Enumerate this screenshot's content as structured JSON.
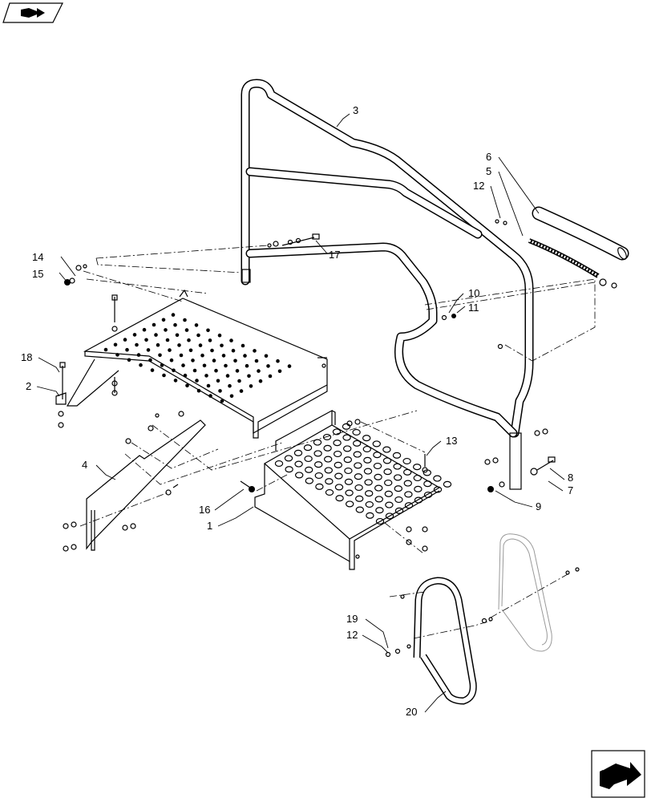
{
  "diagram": {
    "callouts": [
      {
        "id": "c1",
        "text": "1"
      },
      {
        "id": "c2",
        "text": "2"
      },
      {
        "id": "c3",
        "text": "3"
      },
      {
        "id": "c4",
        "text": "4"
      },
      {
        "id": "c5",
        "text": "5"
      },
      {
        "id": "c6",
        "text": "6"
      },
      {
        "id": "c7",
        "text": "7"
      },
      {
        "id": "c8",
        "text": "8"
      },
      {
        "id": "c9",
        "text": "9"
      },
      {
        "id": "c10",
        "text": "10"
      },
      {
        "id": "c11",
        "text": "11"
      },
      {
        "id": "c12a",
        "text": "12"
      },
      {
        "id": "c12b",
        "text": "12"
      },
      {
        "id": "c13",
        "text": "13"
      },
      {
        "id": "c14",
        "text": "14"
      },
      {
        "id": "c15",
        "text": "15"
      },
      {
        "id": "c16",
        "text": "16"
      },
      {
        "id": "c17",
        "text": "17"
      },
      {
        "id": "c18",
        "text": "18"
      },
      {
        "id": "c19",
        "text": "19"
      },
      {
        "id": "c20",
        "text": "20"
      }
    ],
    "icons": {
      "top_left": "book-arrow-icon",
      "bottom_right": "next-page-arrow-icon"
    }
  }
}
